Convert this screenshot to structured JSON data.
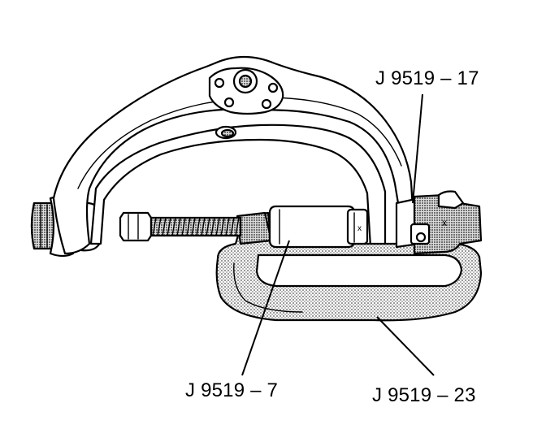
{
  "callouts": {
    "tool_17": "J 9519 – 17",
    "tool_7": "J 9519 – 7",
    "tool_23": "J 9519 – 23"
  },
  "colors": {
    "ink": "#000000",
    "background": "#ffffff",
    "shading": "#bdbdbd"
  }
}
